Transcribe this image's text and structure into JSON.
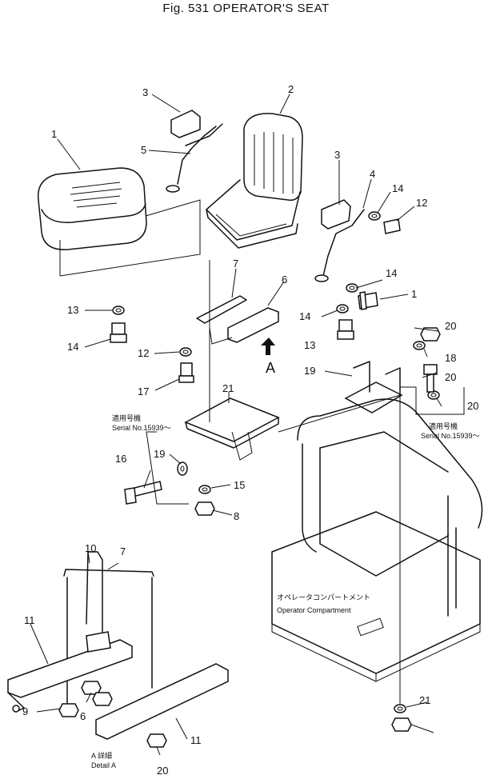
{
  "figure": {
    "title": "Fig. 531  OPERATOR'S SEAT"
  },
  "callouts": [
    {
      "label": "1"
    },
    {
      "label": "2"
    },
    {
      "label": "3"
    },
    {
      "label": "5"
    },
    {
      "label": "3"
    },
    {
      "label": "4"
    },
    {
      "label": "14"
    },
    {
      "label": "12"
    },
    {
      "label": "7"
    },
    {
      "label": "6"
    },
    {
      "label": "14"
    },
    {
      "label": "1"
    },
    {
      "label": "14"
    },
    {
      "label": "13"
    },
    {
      "label": "14"
    },
    {
      "label": "13"
    },
    {
      "label": "12"
    },
    {
      "label": "17"
    },
    {
      "label": "21"
    },
    {
      "label": "20"
    },
    {
      "label": "18"
    },
    {
      "label": "19"
    },
    {
      "label": "20"
    },
    {
      "label": "20"
    },
    {
      "label": "19"
    },
    {
      "label": "16"
    },
    {
      "label": "15"
    },
    {
      "label": "8"
    },
    {
      "label": "10"
    },
    {
      "label": "7"
    },
    {
      "label": "11"
    },
    {
      "label": "9"
    },
    {
      "label": "6"
    },
    {
      "label": "11"
    },
    {
      "label": "20"
    },
    {
      "label": "21"
    }
  ],
  "notes": {
    "serial_left_jp": "適用号機",
    "serial_left": "Serial No.15939～",
    "serial_right_jp": "適用号機",
    "serial_right": "Serial No.15939～",
    "view_arrow": "A",
    "compartment_jp": "オペレータコンパートメント",
    "compartment": "Operator Compartment",
    "detail_jp": "A 詳細",
    "detail": "Detail A"
  }
}
